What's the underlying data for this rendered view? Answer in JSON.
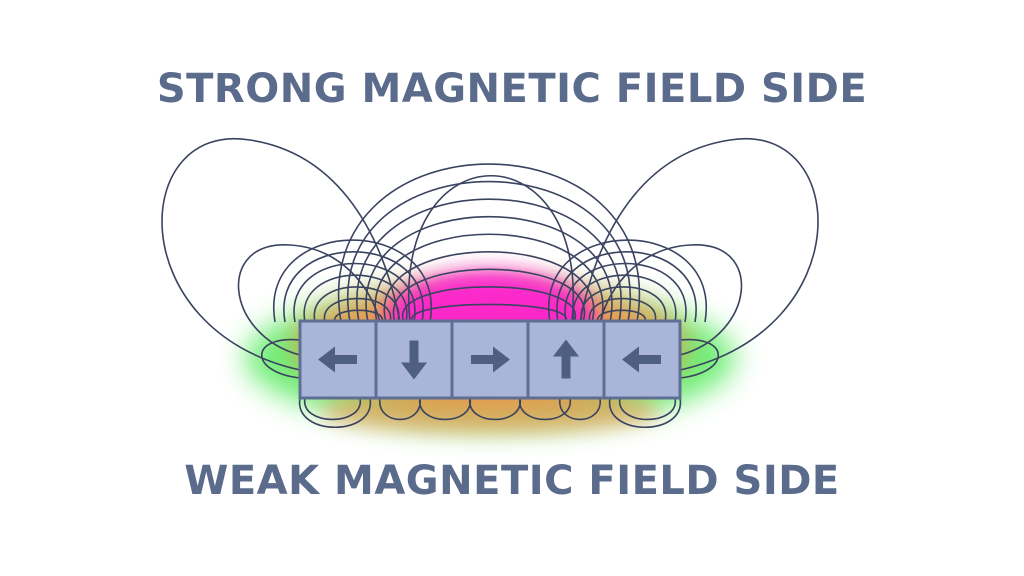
{
  "labels": {
    "top": "STRONG MAGNETIC FIELD SIDE",
    "bottom": "WEAK MAGNETIC FIELD SIDE"
  },
  "magnets": [
    {
      "direction": "left",
      "icon": "arrow-left-icon"
    },
    {
      "direction": "down",
      "icon": "arrow-down-icon"
    },
    {
      "direction": "right",
      "icon": "arrow-right-icon"
    },
    {
      "direction": "up",
      "icon": "arrow-up-icon"
    },
    {
      "direction": "left",
      "icon": "arrow-left-icon"
    }
  ],
  "colors": {
    "text": "#5a6b8c",
    "field_line": "#3a4360",
    "magnet_fill": "#aab6d9",
    "magnet_border": "#5e6f93",
    "arrow": "#4f5f80",
    "glow_strong": "#ff1fd6",
    "glow_mid": "#ff8a4a",
    "glow_edge": "#40e84a"
  }
}
